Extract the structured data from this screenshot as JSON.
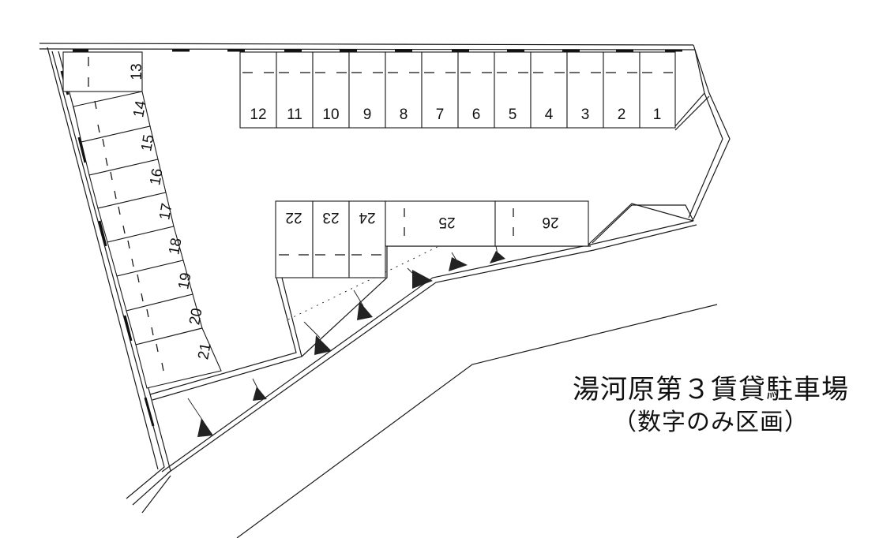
{
  "title": "湯河原第３賃貸駐車場",
  "subtitle": "（数字のみ区画）",
  "top_row_labels": [
    "12",
    "11",
    "10",
    "9",
    "8",
    "7",
    "6",
    "5",
    "4",
    "3",
    "2",
    "1"
  ],
  "left_label_top": "13",
  "left_row_labels": [
    "14",
    "15",
    "16",
    "17",
    "18",
    "19",
    "20",
    "21"
  ],
  "inner_small_labels": [
    "22",
    "23",
    "24"
  ],
  "inner_wide_labels": [
    "25",
    "26"
  ]
}
